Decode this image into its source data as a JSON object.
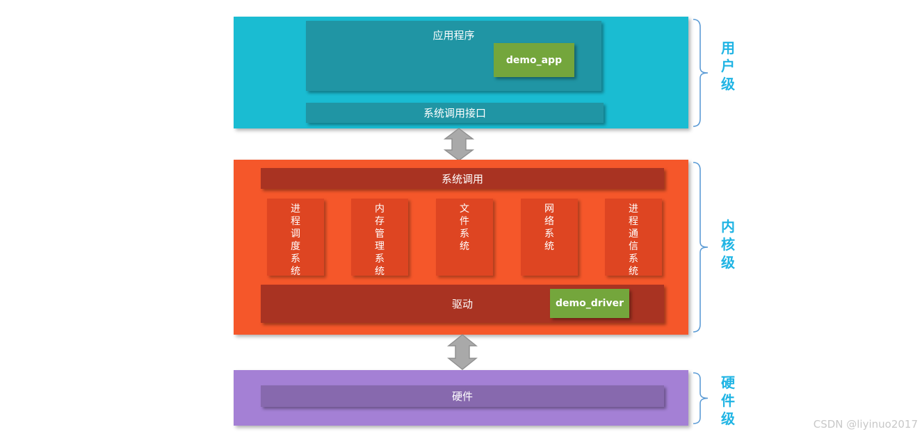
{
  "diagram": {
    "title_hint": "Linux driver architecture levels diagram",
    "user_level": {
      "bracket_label": "用户级",
      "app_box_title": "应用程序",
      "demo_app_label": "demo_app",
      "syscall_interface_label": "系统调用接口"
    },
    "kernel_level": {
      "bracket_label": "内核级",
      "syscall_bar_label": "系统调用",
      "subsystems": [
        "进程调度系统",
        "内存管理系统",
        "文件系统",
        "网络系统",
        "进程通信系统"
      ],
      "driver_bar_label": "驱动",
      "demo_driver_label": "demo_driver"
    },
    "hardware_level": {
      "bracket_label": "硬件级",
      "hardware_bar_label": "硬件"
    },
    "watermark": "CSDN @liyinuo2017",
    "colors": {
      "user_section": "#1ABCD2",
      "user_inner": "#2095A4",
      "kernel_section": "#F5572A",
      "kernel_subsystem": "#DE4522",
      "kernel_dark_bar": "#A93322",
      "hardware_section": "#A480D5",
      "hardware_inner": "#8769AE",
      "demo_green": "#74A63C",
      "bracket_blue": "#5B9BD5",
      "label_cyan": "#1FB4E4",
      "arrow_gray": "#A9A9A9"
    }
  }
}
